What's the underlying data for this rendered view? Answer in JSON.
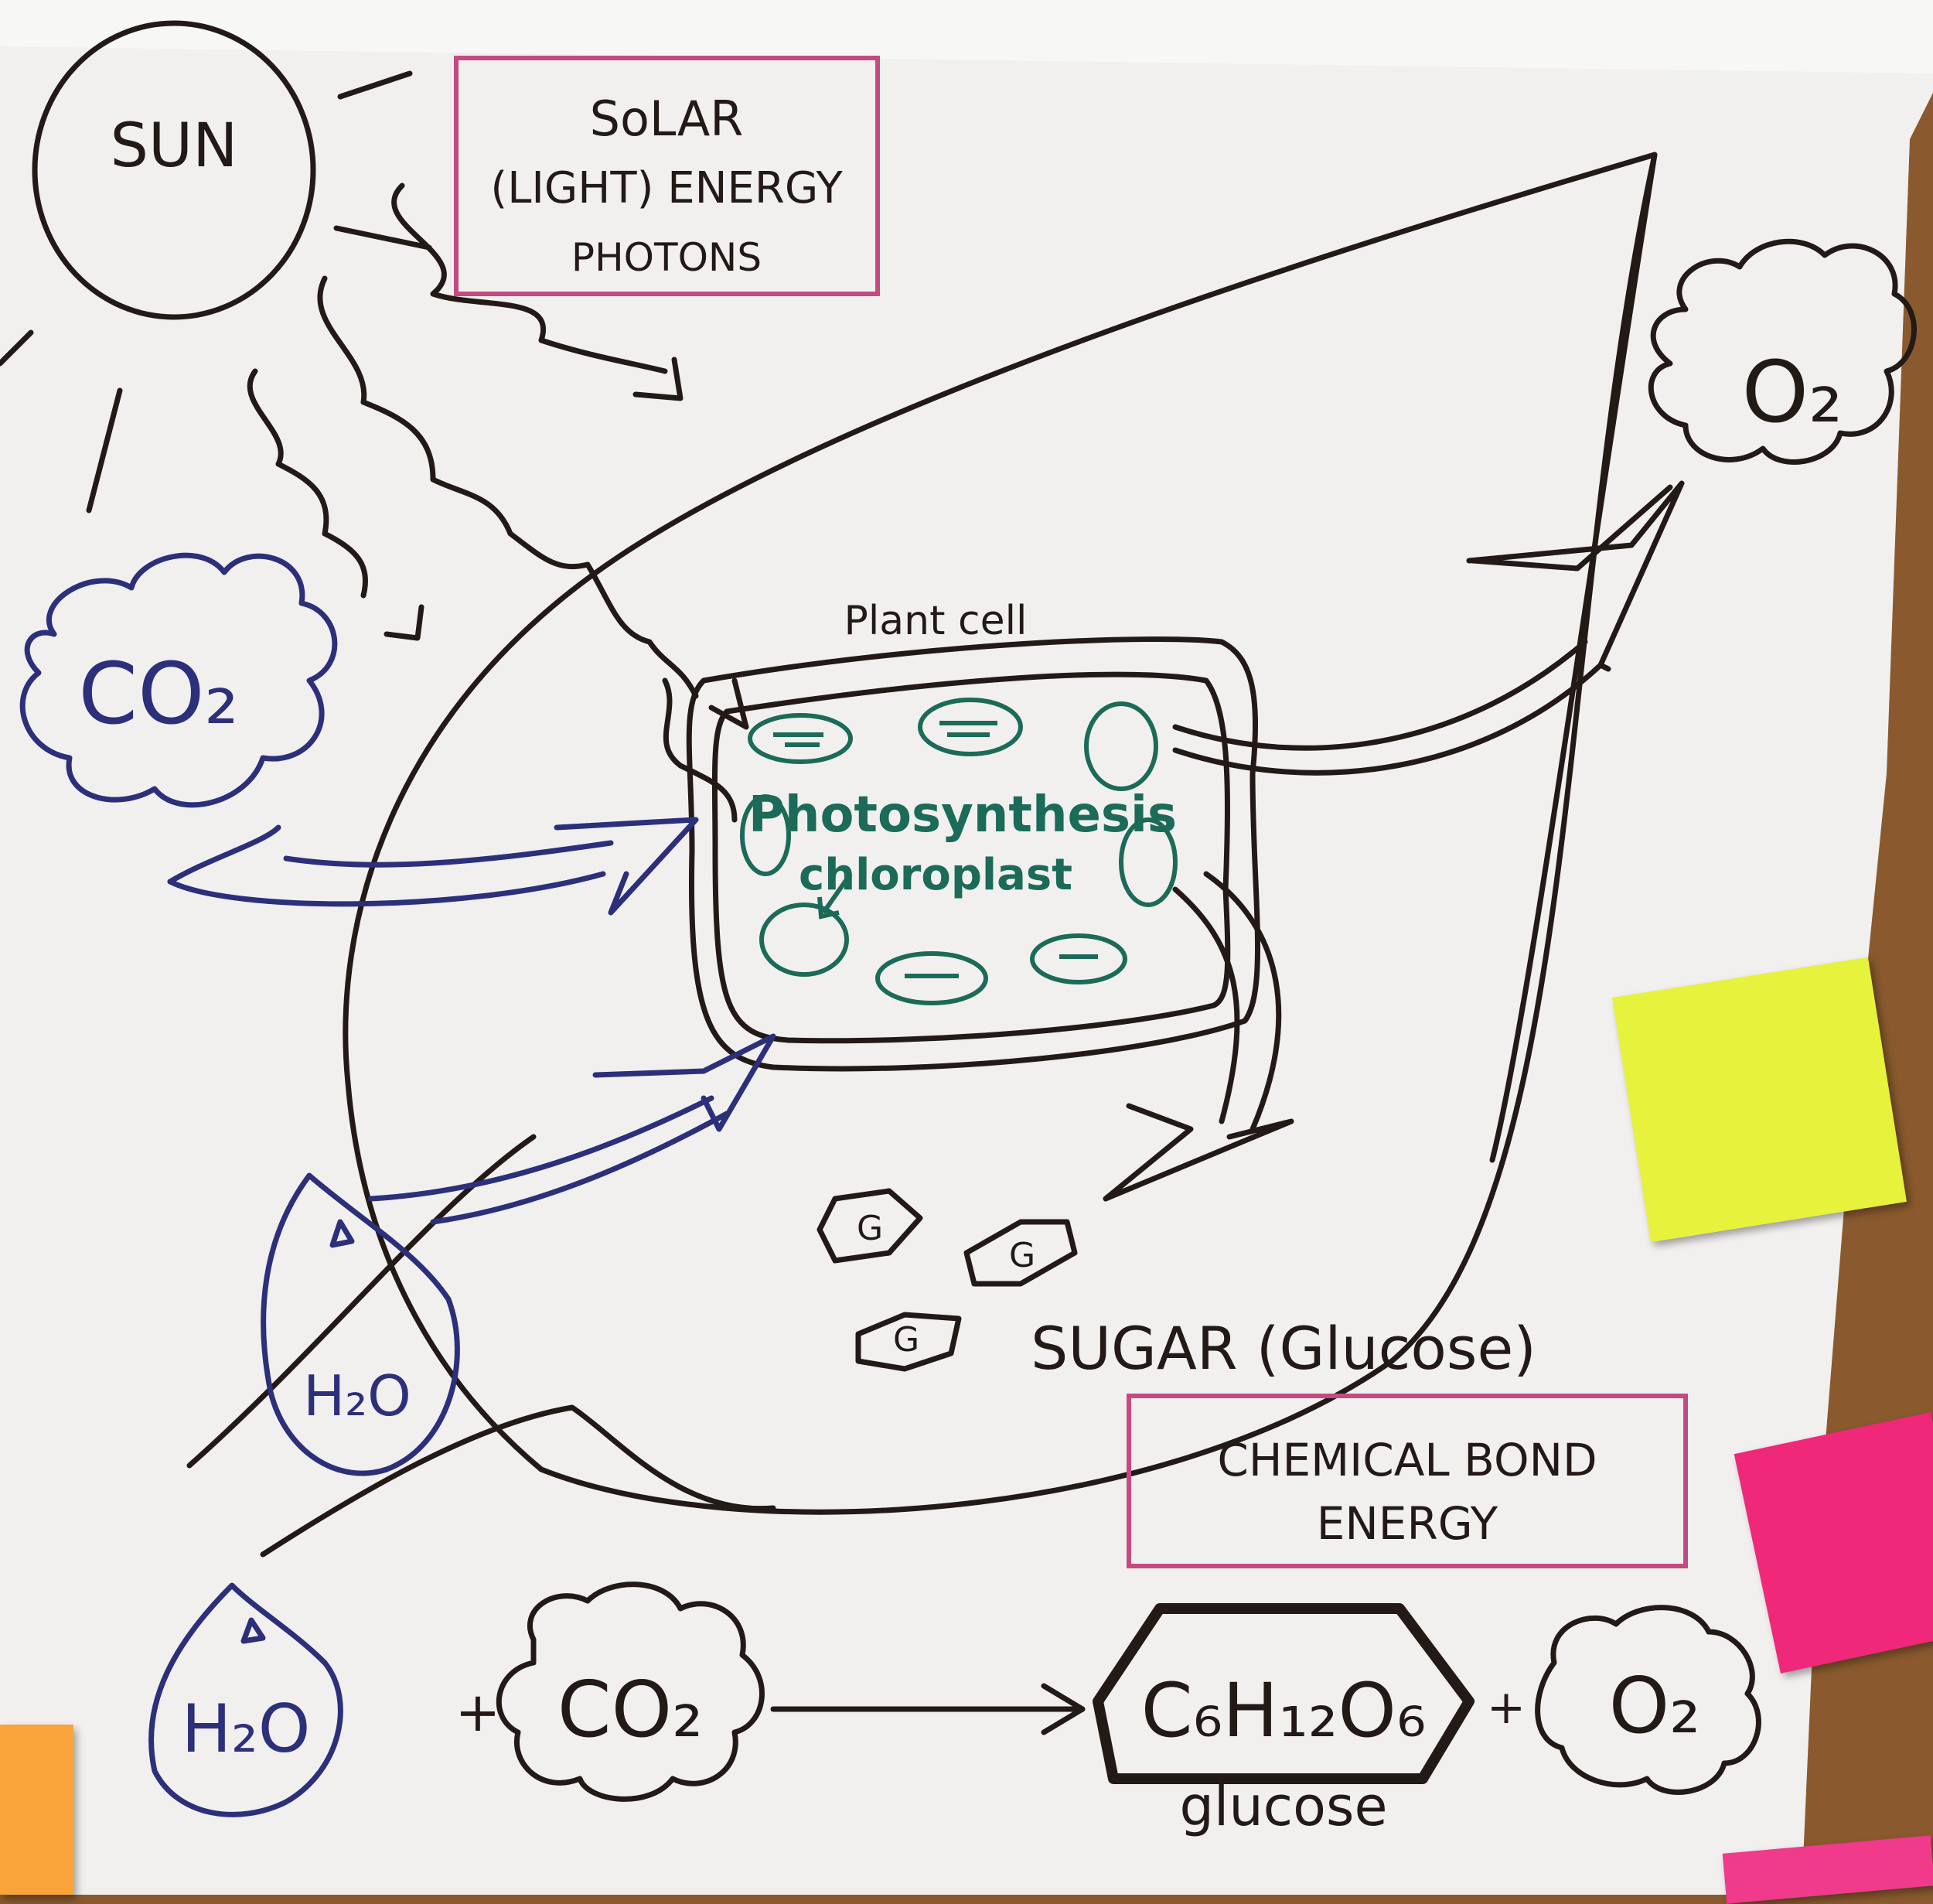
{
  "title_box": {
    "line1": "SoLAR",
    "line2": "(LIGHT) ENERGY",
    "line3": "PHOTONS"
  },
  "sun_label": "SUN",
  "co2_label": "CO₂",
  "o2_label": "O₂",
  "h2o_label": "H₂O",
  "plant_cell_label": "Plant cell",
  "photosynthesis_label": "Photosynthesis",
  "chloroplast_label": "chloroplast",
  "glucose_symbol": "G",
  "sugar_label": "SUGAR (Glucose)",
  "chemical_box": {
    "line1": "CHEMICAL BOND",
    "line2": "ENERGY"
  },
  "equation": {
    "reactant1": "H₂O",
    "plus1": "+",
    "reactant2": "CO₂",
    "product1": "C₆H₁₂O₆",
    "product1_caption": "glucose",
    "plus2": "+",
    "product2": "O₂"
  },
  "colors": {
    "paper": "#f1f0ef",
    "ink_black": "#231a17",
    "ink_blue": "#2c2f7a",
    "ink_green": "#1c6a58",
    "ink_pink": "#c44a80",
    "cork": "#8a5a2e",
    "note_yellow": "#e6f23c",
    "note_pink": "#f0287a",
    "note_orange": "#f8a43a",
    "note_magenta": "#f03a8c"
  }
}
